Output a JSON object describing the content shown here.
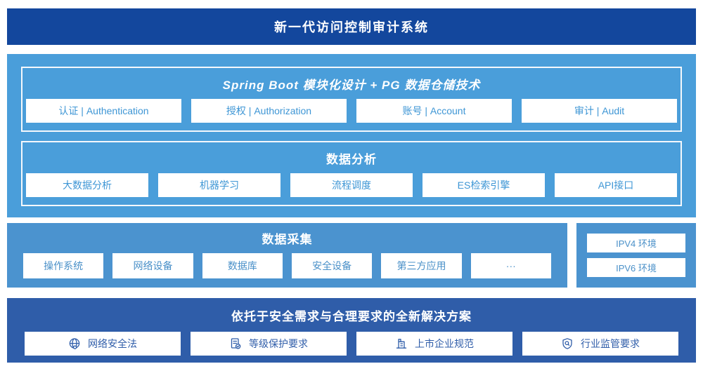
{
  "colors": {
    "header_bg": "#13479D",
    "platform_bg": "#4A9EDA",
    "collect_bg": "#4B93CF",
    "solution_bg": "#2F5DA9",
    "platform_box_text": "#3E96D5",
    "collect_box_text": "#4A90C8",
    "solution_box_text": "#2F5DA9"
  },
  "header": {
    "title": "新一代访问控制审计系统"
  },
  "platform": {
    "modules_panel": {
      "title": "Spring Boot 模块化设计 + PG 数据仓储技术",
      "items": [
        {
          "label": "认证 | Authentication"
        },
        {
          "label": "授权 | Authorization"
        },
        {
          "label": "账号 | Account"
        },
        {
          "label": "审计 | Audit"
        }
      ]
    },
    "analysis_panel": {
      "title": "数据分析",
      "items": [
        {
          "label": "大数据分析"
        },
        {
          "label": "机器学习"
        },
        {
          "label": "流程调度"
        },
        {
          "label": "ES检索引擎"
        },
        {
          "label": "API接口"
        }
      ]
    }
  },
  "collection": {
    "title": "数据采集",
    "items": [
      {
        "label": "操作系统"
      },
      {
        "label": "网络设备"
      },
      {
        "label": "数据库"
      },
      {
        "label": "安全设备"
      },
      {
        "label": "第三方应用"
      },
      {
        "label": "···"
      }
    ],
    "environments": [
      {
        "label": "IPV4 环境"
      },
      {
        "label": "IPV6 环境"
      }
    ]
  },
  "solution": {
    "title": "依托于安全需求与合理要求的全新解决方案",
    "items": [
      {
        "label": "网络安全法",
        "icon": "globe-icon"
      },
      {
        "label": "等级保护要求",
        "icon": "document-check-icon"
      },
      {
        "label": "上市企业规范",
        "icon": "building-icon"
      },
      {
        "label": "行业监管要求",
        "icon": "shield-search-icon"
      }
    ]
  }
}
